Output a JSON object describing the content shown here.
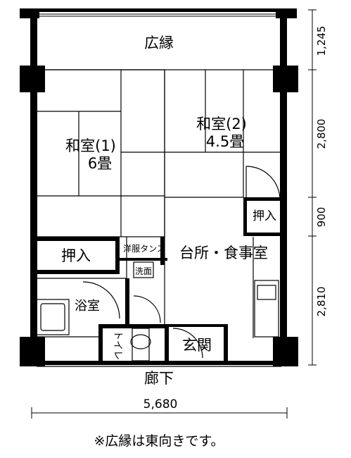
{
  "rooms": {
    "engawa": "広縁",
    "washitsu1_name": "和室(1)",
    "washitsu1_size": "6畳",
    "washitsu2_name": "和室(2)",
    "washitsu2_size": "4.5畳",
    "oshiire_left": "押入",
    "oshiire_right": "押入",
    "closet": "洋服タンス",
    "washstand": "洗面",
    "kitchen": "台所・食事室",
    "bath": "浴室",
    "toilet": "トイレ",
    "entrance": "玄関",
    "corridor": "廊下"
  },
  "dimensions": {
    "right": [
      "1,245",
      "2,800",
      "900",
      "2,810"
    ],
    "bottom": "5,680"
  },
  "note": "※広縁は東向きです。"
}
